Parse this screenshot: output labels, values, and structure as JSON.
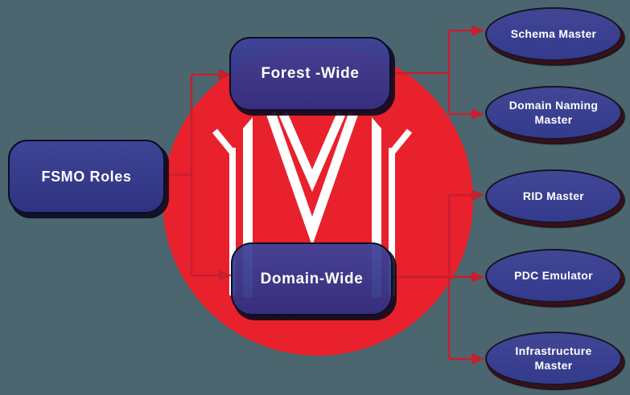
{
  "diagram": {
    "root": {
      "label": "FSMO Roles"
    },
    "categories": [
      {
        "id": "forest",
        "label": "Forest -Wide"
      },
      {
        "id": "domain",
        "label": "Domain-Wide"
      }
    ],
    "roles": [
      {
        "label": "Schema Master",
        "parent": "forest"
      },
      {
        "label": "Domain Naming Master",
        "parent": "forest"
      },
      {
        "label": "RID Master",
        "parent": "domain"
      },
      {
        "label": "PDC Emulator",
        "parent": "domain"
      },
      {
        "label": "Infrastructure Master",
        "parent": "domain"
      }
    ],
    "edges": [
      {
        "from": "FSMO Roles",
        "to": "Forest -Wide"
      },
      {
        "from": "FSMO Roles",
        "to": "Domain-Wide"
      },
      {
        "from": "Forest -Wide",
        "to": "Schema Master"
      },
      {
        "from": "Forest -Wide",
        "to": "Domain Naming Master"
      },
      {
        "from": "Domain-Wide",
        "to": "RID Master"
      },
      {
        "from": "Domain-Wide",
        "to": "PDC Emulator"
      },
      {
        "from": "Domain-Wide",
        "to": "Infrastructure Master"
      }
    ],
    "logo": {
      "name": "m-monogram-logo",
      "color": "#FFFFFF"
    },
    "colors": {
      "background": "#4C666F",
      "circle_red": "#E8212D",
      "arrow_red": "#C32031",
      "node_blue": "#343A8C",
      "text": "#FFFFFF"
    }
  }
}
